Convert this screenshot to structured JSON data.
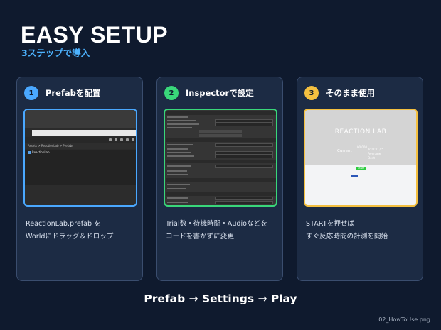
{
  "header": {
    "title": "EASY SETUP",
    "subtitle": "3ステップで導入"
  },
  "colors": {
    "background": "#0f1a2e",
    "card": "#1c2b44",
    "accent_blue": "#4aa8ff",
    "accent_green": "#39d77a",
    "accent_yellow": "#f4c040",
    "subtitle": "#4db3ff"
  },
  "steps": [
    {
      "number": "1",
      "label": "Prefabを配置",
      "desc_line1": "ReactionLab.prefab を",
      "desc_line2": "Worldにドラッグ＆ドロップ",
      "screenshot": {
        "breadcrumb": "Assets > ReactionLab > Prefabs",
        "item": "ReactionLab"
      }
    },
    {
      "number": "2",
      "label": "Inspectorで設定",
      "desc_line1": "Trial数・待機時間・Audioなどを",
      "desc_line2": "コードを書かずに変更"
    },
    {
      "number": "3",
      "label": "そのまま使用",
      "desc_line1": "STARTを押せば",
      "desc_line2": "すぐ反応時間の計測を開始",
      "screenshot": {
        "title": "REACTION LAB",
        "current_label": "Current",
        "current_value": "00.000",
        "trial": "Trial: 0 / 5",
        "average": "Average",
        "best": "Best",
        "start": "START"
      }
    }
  ],
  "footer": {
    "flow": "Prefab → Settings → Play",
    "filename": "02_HowToUse.png"
  }
}
